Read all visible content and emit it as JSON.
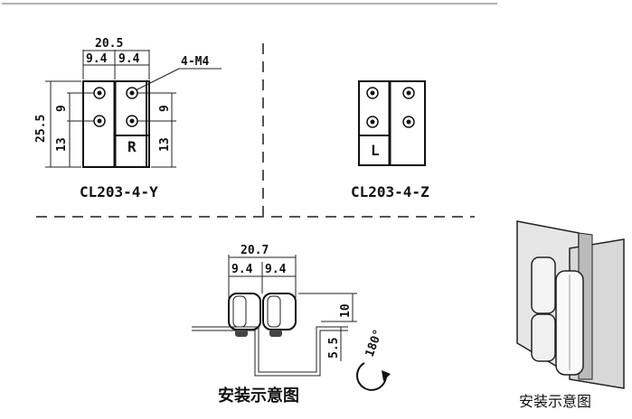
{
  "view_right_hinge": {
    "model": "CL203-4-Y",
    "dim_total_width": "20.5",
    "dim_left": "9.4",
    "dim_right": "9.4",
    "screw_spec": "4-M4",
    "dim_height": "25.5",
    "dim_upper_left": "9",
    "dim_lower_left": "13",
    "dim_upper_right": "9",
    "dim_lower_right": "13",
    "side_marker": "R"
  },
  "view_left_hinge": {
    "model": "CL203-4-Z",
    "side_marker": "L"
  },
  "installation": {
    "dim_total_width": "20.7",
    "dim_left": "9.4",
    "dim_right": "9.4",
    "dim_height": "10",
    "dim_offset": "5.5",
    "rotation_label": "180°",
    "caption": "安装示意图"
  },
  "photo": {
    "caption": "安装示意图"
  }
}
